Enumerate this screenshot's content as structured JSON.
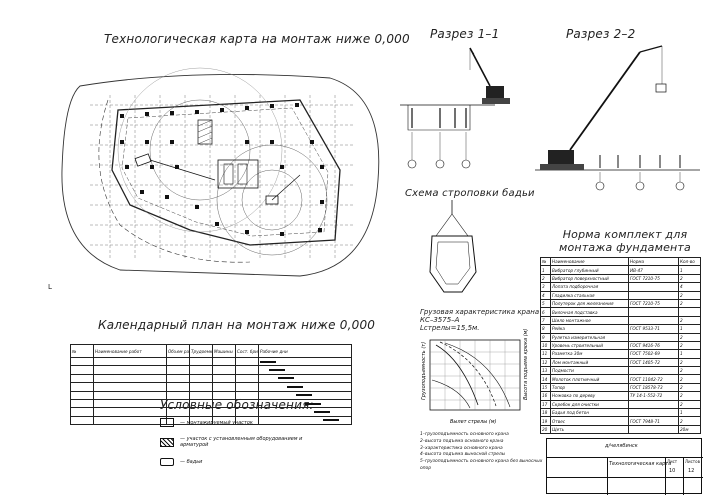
{
  "titles": {
    "tech_map": "Технологическая карта на монтаж ниже 0,000",
    "section_1": "Разрез 1–1",
    "section_2": "Разрез 2–2",
    "slinging": "Схема строповки бадьи",
    "norm_kit": "Норма комплект для монтажа фундамента",
    "calendar": "Календарный план на монтаж ниже 0,000",
    "legend": "Условные обозначения:",
    "crane_char": "Грузовая характеристика крана КС–3575–А",
    "boom_length": "Lстрелы=15,5м."
  },
  "margin_mark": "L",
  "crane_chart": {
    "ylabel": "Грузоподъемность (т)",
    "ylabel_right": "Высота подъема крюка (м)",
    "xlabel": "Вылет стрелы (м)",
    "notes": [
      "1–грузоподъемность основного крана",
      "2–высота подъема основного крана",
      "3–характеристика основного крана",
      "4–высота подъема выносной стрелы",
      "5–грузоподъемность основного крана без выносных опор"
    ]
  },
  "norm_table": {
    "headers": [
      "№",
      "Наименование",
      "Норма",
      "Кол-во"
    ],
    "rows": [
      [
        "1",
        "Вибратор глубинный",
        "ИВ-47",
        "1"
      ],
      [
        "2",
        "Вибратор поверхностный",
        "ГОСТ 7210-75",
        "2"
      ],
      [
        "3",
        "Лопата подборочная",
        "",
        "4"
      ],
      [
        "4",
        "Гладилка стальная",
        "",
        "2"
      ],
      [
        "5",
        "Полутерок для железнения",
        "ГОСТ 7210-75",
        "2"
      ],
      [
        "6",
        "Вилочная подставка",
        "",
        ""
      ],
      [
        "7",
        "Шило монтажное",
        "",
        "2"
      ],
      [
        "8",
        "Рейка",
        "ГОСТ 9533-71",
        "1"
      ],
      [
        "9",
        "Рулетка измерительная",
        "",
        "2"
      ],
      [
        "10",
        "Уровень строительный",
        "ГОСТ 9416-76",
        "2"
      ],
      [
        "11",
        "Разметка 30м",
        "ГОСТ 7502-69",
        "1"
      ],
      [
        "12",
        "Лом монтажный",
        "ГОСТ 1405-72",
        "2"
      ],
      [
        "13",
        "Подмости",
        "",
        "2"
      ],
      [
        "14",
        "Молоток плотничный",
        "ГОСТ 11042-72",
        "2"
      ],
      [
        "15",
        "Топор",
        "ГОСТ 18578-73",
        "2"
      ],
      [
        "16",
        "Ножовка по дереву",
        "ТУ 14-1-552-72",
        "2"
      ],
      [
        "17",
        "Скребок для очистки",
        "",
        "2"
      ],
      [
        "18",
        "Бадья под бетон",
        "",
        "1"
      ],
      [
        "19",
        "Отвес",
        "ГОСТ 7948-71",
        "2"
      ],
      [
        "20",
        "Щеть",
        "",
        "20м"
      ]
    ]
  },
  "calendar_table": {
    "headers": [
      "№",
      "Наименование работ",
      "Объем работ",
      "Трудоемкость",
      "Машины",
      "Сост. бригады",
      "Рабочие дни"
    ],
    "rows": 8
  },
  "legend_items": [
    "— монтажируемый участок",
    "— участок с установленным оборудованием и арматурой",
    "— бадьи"
  ],
  "stamp": {
    "title": "Технологическая карта",
    "sheet": "Лист",
    "sheets": "Листов",
    "sheet_no": "10",
    "sheets_total": "12",
    "org": "д/челябинск"
  }
}
